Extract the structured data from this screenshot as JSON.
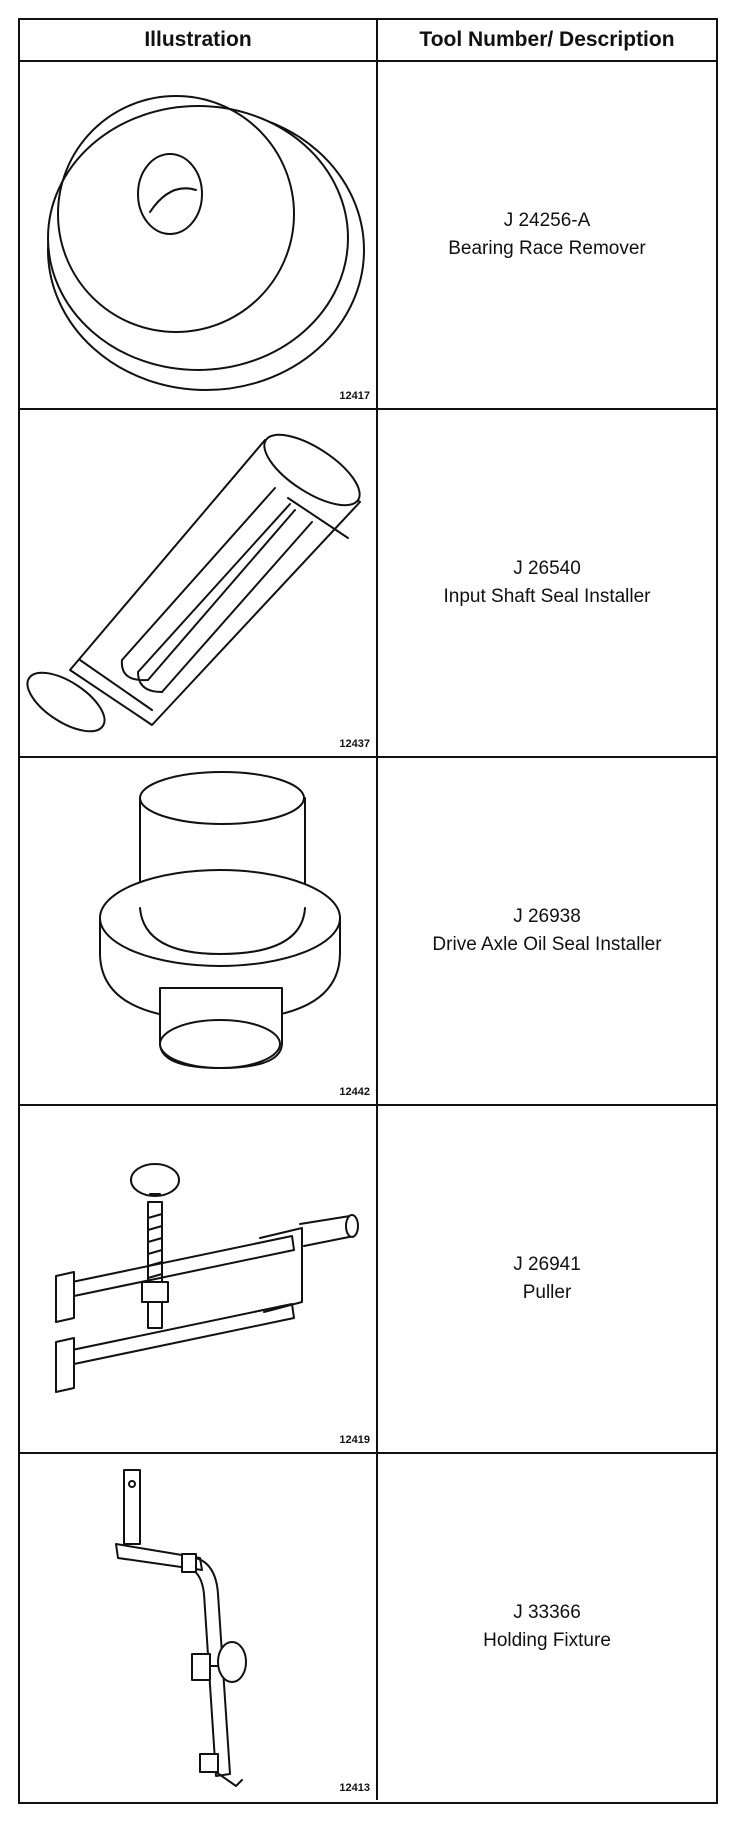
{
  "header": {
    "illustration_label": "Illustration",
    "tool_label": "Tool Number/ Description"
  },
  "tools": [
    {
      "number": "J 24256-A",
      "description": "Bearing Race Remover",
      "figure": "12417"
    },
    {
      "number": "J 26540",
      "description": "Input Shaft Seal Installer",
      "figure": "12437"
    },
    {
      "number": "J 26938",
      "description": "Drive Axle Oil Seal Installer",
      "figure": "12442"
    },
    {
      "number": "J 26941",
      "description": "Puller",
      "figure": "12419"
    },
    {
      "number": "J 33366",
      "description": "Holding Fixture",
      "figure": "12413"
    }
  ]
}
